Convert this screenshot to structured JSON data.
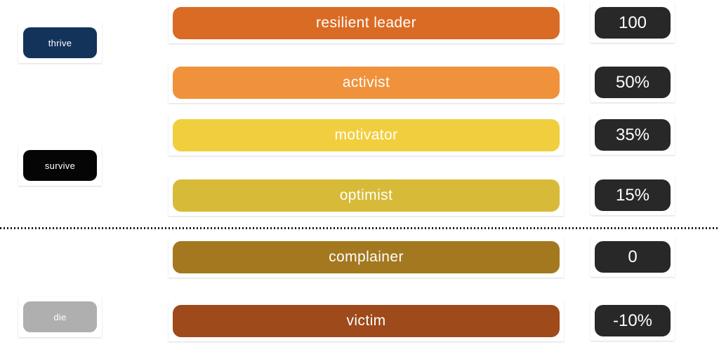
{
  "stages": [
    {
      "label": "thrive",
      "color": "#14335B"
    },
    {
      "label": "survive",
      "color": "#050505"
    },
    {
      "label": "die",
      "color": "#AFAFAF"
    }
  ],
  "rows": [
    {
      "label": "resilient leader",
      "value": "100",
      "bar_color": "#D96B24"
    },
    {
      "label": "activist",
      "value": "50%",
      "bar_color": "#F0923B"
    },
    {
      "label": "motivator",
      "value": "35%",
      "bar_color": "#F1CE3D"
    },
    {
      "label": "optimist",
      "value": "15%",
      "bar_color": "#D7BA38"
    },
    {
      "label": "complainer",
      "value": "0",
      "bar_color": "#A3781F"
    },
    {
      "label": "victim",
      "value": "-10%",
      "bar_color": "#9E4A1B"
    }
  ],
  "colors": {
    "badge_background": "#282828",
    "text": "#FFFFFF",
    "divider": "#1A1A1A",
    "background": "#FFFFFF"
  },
  "divider": {
    "style": "dotted",
    "position": "between optimist and complainer"
  }
}
